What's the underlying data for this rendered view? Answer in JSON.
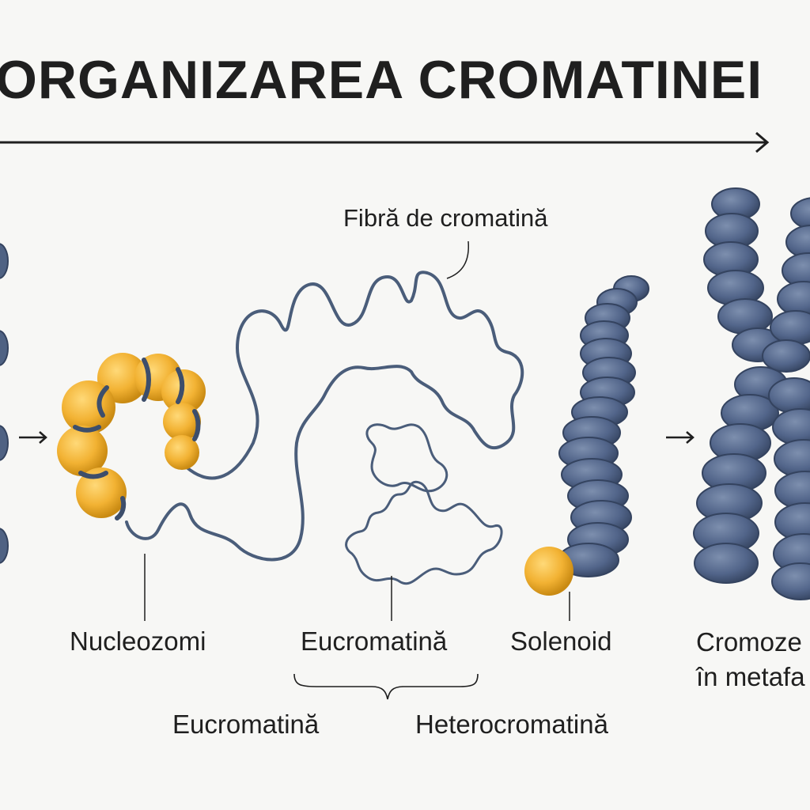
{
  "diagram": {
    "title": "ORGANIZAREA CROMATINEI",
    "labels": {
      "fibra": "Fibră de cromatină",
      "nucleozomi": "Nucleozomi",
      "eucromatina_top": "Eucromatină",
      "solenoid": "Solenoid",
      "cromozom_line1": "Cromoze",
      "cromozom_line2": "în metafa",
      "eucromatina_bottom": "Eucromatină",
      "heterocromatina": "Heterocromatină"
    },
    "colors": {
      "background": "#f7f7f5",
      "dna_strand": "#4a5d7a",
      "histone": "#f2b233",
      "histone_shadow": "#d18e14",
      "chromatin_body": "#4f6283",
      "chromatin_shadow": "#3a4a66",
      "text": "#1f1f1f"
    },
    "icons": [
      "arrow-right-icon",
      "brace-icon"
    ]
  }
}
